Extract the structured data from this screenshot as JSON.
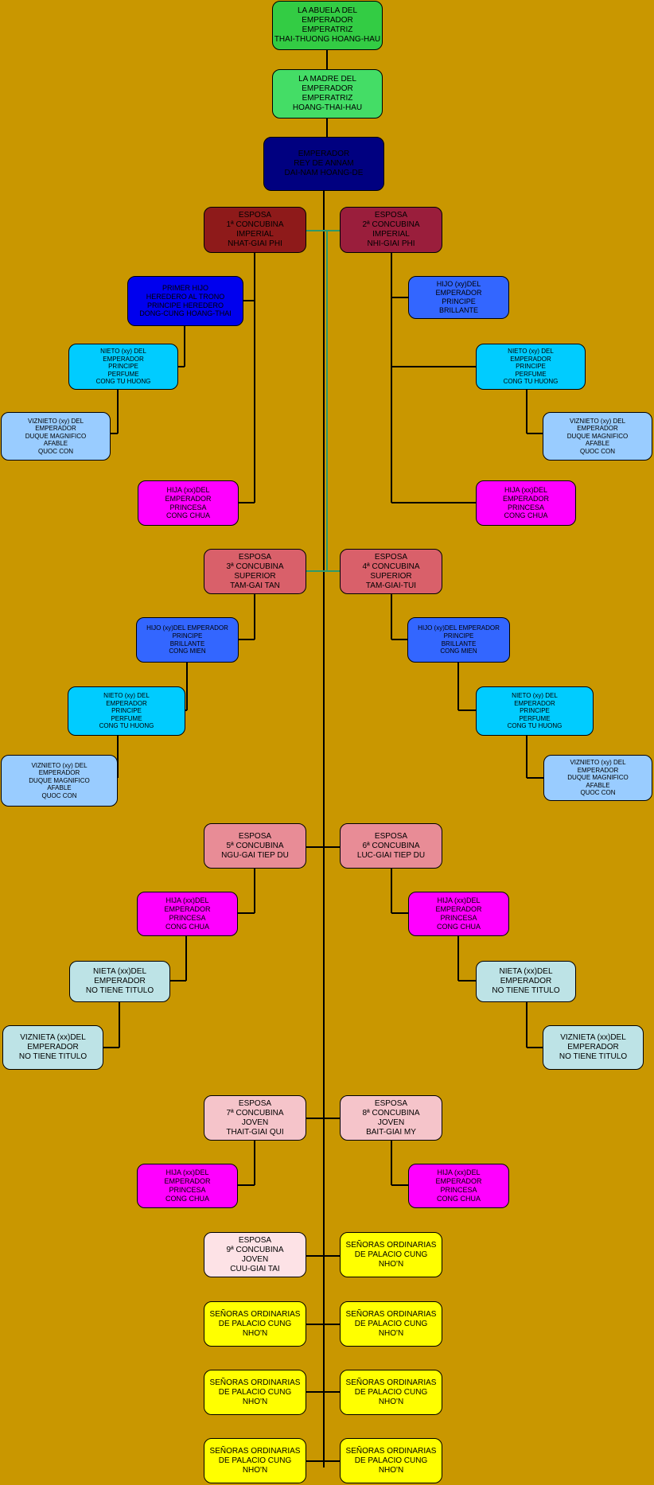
{
  "colors": {
    "background": "#c99700",
    "line": "#000000",
    "link": "#2e9a6a",
    "abuela": "#33cc44",
    "madre": "#44dd66",
    "emperador": "#000080",
    "esposa_1_2_main": "#8e1a1a",
    "esposa_2": "#9a1e3c",
    "hijo": "#0000ee",
    "hijo_light": "#3366ff",
    "nieto": "#00ccff",
    "vizn": "#99ccff",
    "hija": "#ff00ff",
    "esposa_3_4": "#d9606a",
    "esposa_5_6": "#e88c96",
    "esposa_7_8": "#f5c4ca",
    "esposa_9": "#fde2e6",
    "nieta": "#bde3e6",
    "senora": "#ffff00"
  },
  "nodes": {
    "abuela": [
      "LA ABUELA DEL",
      "EMPERADOR",
      "EMPERATRIZ",
      "THAI-THUONG HOANG-HAU"
    ],
    "madre": [
      "LA MADRE DEL",
      "EMPERADOR",
      "EMPERATRIZ",
      "HOANG-THAI-HAU"
    ],
    "emperador": [
      "EMPERADOR",
      "REY DE ANNAM",
      "DAI-NAM HOANG-DE"
    ],
    "esposa1": [
      "ESPOSA",
      "1ª CONCUBINA",
      "IMPERIAL",
      "NHAT-GIAI PHI"
    ],
    "esposa2": [
      "ESPOSA",
      "2ª CONCUBINA",
      "IMPERIAL",
      "NHI-GIAI PHI"
    ],
    "primer_hijo": [
      "PRIMER HIJO",
      "HEREDERO AL TRONO",
      "PRINCIPE HEREDERO",
      "DONG-CUNG HOANG-THAI"
    ],
    "hijo_brillante_r1": [
      "HIJO (xy)DEL",
      "EMPERADOR",
      "PRINCIPE",
      "BRILLANTE"
    ],
    "nieto_l1": [
      "NIETO (xy) DEL",
      "EMPERADOR",
      "PRINCIPE",
      "PERFUME",
      "CONG TU HUONG"
    ],
    "nieto_r1": [
      "NIETO (xy) DEL",
      "EMPERADOR",
      "PRINCIPE",
      "PERFUME",
      "CONG TU HUONG"
    ],
    "vizn_l1": [
      "VIZNIETO (xy) DEL",
      "EMPERADOR",
      "DUQUE MAGNIFICO",
      "AFABLE",
      "QUOC CON"
    ],
    "vizn_r1": [
      "VIZNIETO (xy) DEL",
      "EMPERADOR",
      "DUQUE MAGNIFICO",
      "AFABLE",
      "QUOC CON"
    ],
    "hija_l1": [
      "HIJA (xx)DEL",
      "EMPERADOR",
      "PRINCESA",
      "CONG CHUA"
    ],
    "hija_r1": [
      "HIJA (xx)DEL",
      "EMPERADOR",
      "PRINCESA",
      "CONG CHUA"
    ],
    "esposa3": [
      "ESPOSA",
      "3ª CONCUBINA",
      "SUPERIOR",
      "TAM-GAI TAN"
    ],
    "esposa4": [
      "ESPOSA",
      "4ª CONCUBINA",
      "SUPERIOR",
      "TAM-GIAI-TUI"
    ],
    "hijo_l2": [
      "HIJO (xy)DEL EMPERADOR",
      "PRINCIPE",
      "BRILLANTE",
      "CONG MIEN"
    ],
    "hijo_r2": [
      "HIJO (xy)DEL EMPERADOR",
      "PRINCIPE",
      "BRILLANTE",
      "CONG MIEN"
    ],
    "nieto_l2": [
      "NIETO (xy) DEL",
      "EMPERADOR",
      "PRINCIPE",
      "PERFUME",
      "CONG TU HUONG"
    ],
    "nieto_r2": [
      "NIETO (xy) DEL",
      "EMPERADOR",
      "PRINCIPE",
      "PERFUME",
      "CONG TU HUONG"
    ],
    "vizn_l2": [
      "VIZNIETO (xy) DEL",
      "EMPERADOR",
      "DUQUE MAGNIFICO",
      "AFABLE",
      "QUOC CON"
    ],
    "vizn_r2": [
      "VIZNIETO (xy) DEL",
      "EMPERADOR",
      "DUQUE MAGNIFICO",
      "AFABLE",
      "QUOC CON"
    ],
    "esposa5": [
      "ESPOSA",
      "5ª CONCUBINA",
      "NGU-GAI TIEP DU"
    ],
    "esposa6": [
      "ESPOSA",
      "6ª CONCUBINA",
      "LUC-GIAI TIEP DU"
    ],
    "hija_l3": [
      "HIJA (xx)DEL",
      "EMPERADOR",
      "PRINCESA",
      "CONG CHUA"
    ],
    "hija_r3": [
      "HIJA (xx)DEL",
      "EMPERADOR",
      "PRINCESA",
      "CONG CHUA"
    ],
    "nieta_l": [
      "NIETA (xx)DEL",
      "EMPERADOR",
      "NO TIENE TITULO"
    ],
    "nieta_r": [
      "NIETA (xx)DEL",
      "EMPERADOR",
      "NO TIENE TITULO"
    ],
    "viznieta_l": [
      "VIZNIETA (xx)DEL",
      "EMPERADOR",
      "NO TIENE TITULO"
    ],
    "viznieta_r": [
      "VIZNIETA (xx)DEL",
      "EMPERADOR",
      "NO TIENE TITULO"
    ],
    "esposa7": [
      "ESPOSA",
      "7ª CONCUBINA",
      "JOVEN",
      "THAIT-GIAI QUI"
    ],
    "esposa8": [
      "ESPOSA",
      "8ª CONCUBINA",
      "JOVEN",
      "BAIT-GIAI MY"
    ],
    "hija_l4": [
      "HIJA (xx)DEL",
      "EMPERADOR",
      "PRINCESA",
      "CONG CHUA"
    ],
    "hija_r4": [
      "HIJA (xx)DEL",
      "EMPERADOR",
      "PRINCESA",
      "CONG CHUA"
    ],
    "esposa9": [
      "ESPOSA",
      "9ª CONCUBINA",
      "JOVEN",
      "CUU-GIAI TAI"
    ],
    "senora_r1": [
      "SEÑORAS ORDINARIAS",
      "DE PALACIO CUNG",
      "NHO'N"
    ],
    "senora_l2": [
      "SEÑORAS ORDINARIAS",
      "DE PALACIO CUNG",
      "NHO'N"
    ],
    "senora_r2": [
      "SEÑORAS ORDINARIAS",
      "DE PALACIO CUNG",
      "NHO'N"
    ],
    "senora_l3": [
      "SEÑORAS ORDINARIAS",
      "DE PALACIO CUNG",
      "NHO'N"
    ],
    "senora_r3": [
      "SEÑORAS ORDINARIAS",
      "DE PALACIO CUNG",
      "NHO'N"
    ],
    "senora_l4": [
      "SEÑORAS ORDINARIAS",
      "DE PALACIO CUNG",
      "NHO'N"
    ],
    "senora_r4": [
      "SEÑORAS ORDINARIAS",
      "DE PALACIO CUNG",
      "NHO'N"
    ]
  }
}
